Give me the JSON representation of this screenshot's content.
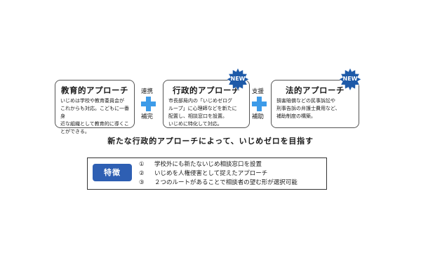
{
  "approaches": [
    {
      "title": "教育的アプローチ",
      "body": "いじめは学校や教育委員会が\nこれからも対応。こどもに一番身\n近な組織として教育的に導くこ\nとができる。"
    },
    {
      "title": "行政的アプローチ",
      "body": "市長部局内の「いじめゼログ\nループ」に心理師などを新たに\n配置し、相談窓口を設置。\nいじめに特化して対応。"
    },
    {
      "title": "法的アプローチ",
      "body": "損害賠償などの民事訴訟や\n刑事告訴の弁護士費用など、\n補助制度の構築。"
    }
  ],
  "connectors": {
    "first": {
      "top": "連携",
      "bottom": "補完"
    },
    "second": {
      "top": "支援",
      "bottom": "補助"
    }
  },
  "badges": {
    "new_label": "NEW"
  },
  "headline": "新たな行政的アプローチによって、いじめゼロを目指す",
  "features": {
    "label": "特徴",
    "items": [
      {
        "num": "①",
        "text": "学校外にも新たないじめ相談窓口を設置"
      },
      {
        "num": "②",
        "text": "いじめを人権侵害として捉えたアプローチ"
      },
      {
        "num": "③",
        "text": "２つのルートがあることで相談者の望む形が選択可能"
      }
    ]
  },
  "colors": {
    "plus": "#3d9be8",
    "badge": "#1e5aa8",
    "feature_label": "#2e5fb3"
  }
}
